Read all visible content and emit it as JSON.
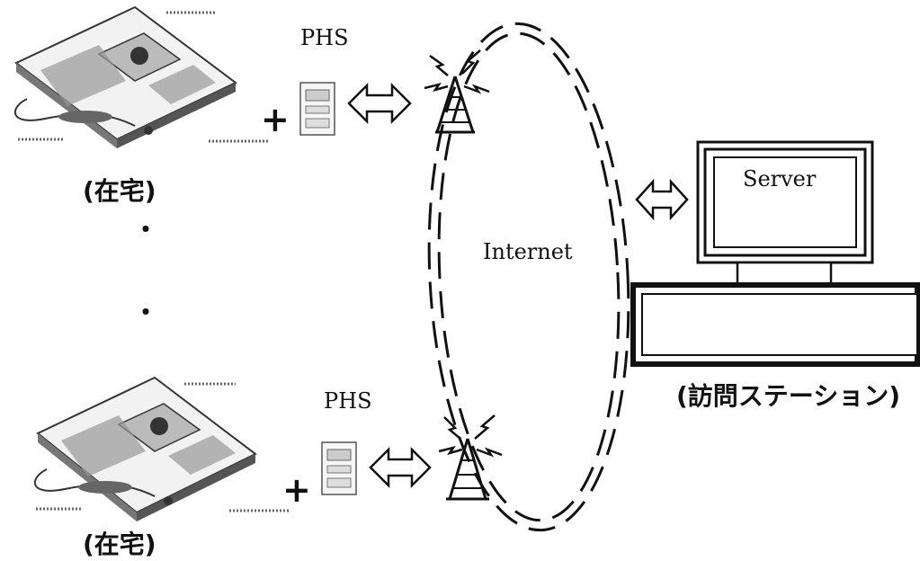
{
  "home_top": {
    "caption": "(在宅)",
    "plus": "+",
    "phs_label": "PHS"
  },
  "home_bottom": {
    "caption": "(在宅)",
    "plus": "+",
    "phs_label": "PHS"
  },
  "network": {
    "label": "Internet"
  },
  "station": {
    "server_label": "Server",
    "caption": "(訪問ステーション)"
  },
  "ellipsis": [
    "・",
    "・"
  ],
  "colors": {
    "stroke": "#111111",
    "background": "#ffffff",
    "device_shade": "#8a8a8a"
  }
}
